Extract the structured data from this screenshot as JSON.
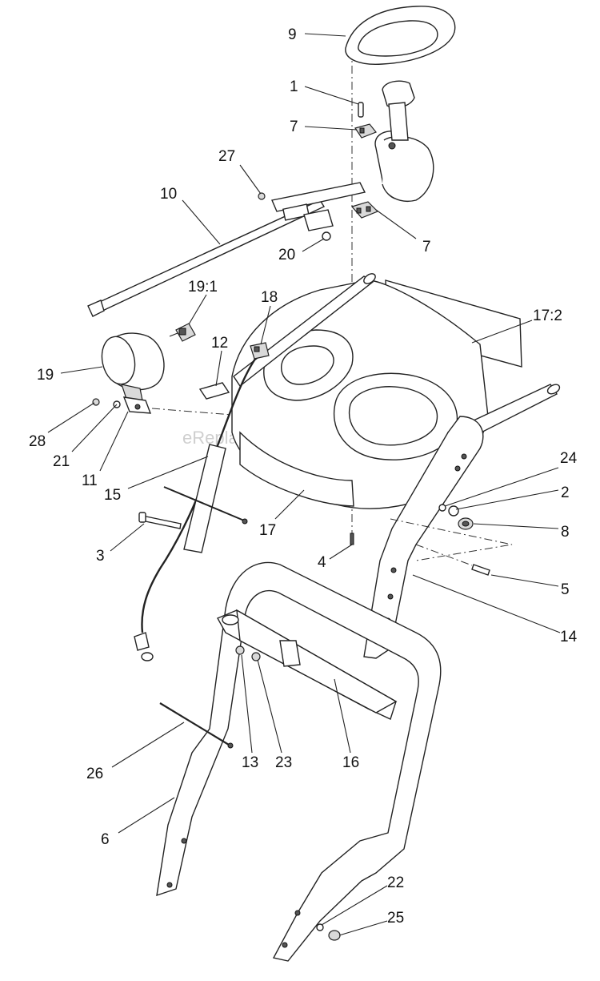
{
  "watermark": "eReplacementParts.com",
  "callouts": [
    {
      "id": "c9",
      "text": "9"
    },
    {
      "id": "c1",
      "text": "1"
    },
    {
      "id": "c7a",
      "text": "7"
    },
    {
      "id": "c27",
      "text": "27"
    },
    {
      "id": "c10",
      "text": "10"
    },
    {
      "id": "c7b",
      "text": "7"
    },
    {
      "id": "c20",
      "text": "20"
    },
    {
      "id": "c19-1",
      "text": "19:1"
    },
    {
      "id": "c18",
      "text": "18"
    },
    {
      "id": "c17-2",
      "text": "17:2"
    },
    {
      "id": "c12",
      "text": "12"
    },
    {
      "id": "c19",
      "text": "19"
    },
    {
      "id": "c28",
      "text": "28"
    },
    {
      "id": "c21",
      "text": "21"
    },
    {
      "id": "c11",
      "text": "11"
    },
    {
      "id": "c15",
      "text": "15"
    },
    {
      "id": "c24",
      "text": "24"
    },
    {
      "id": "c2",
      "text": "2"
    },
    {
      "id": "c17",
      "text": "17"
    },
    {
      "id": "c8",
      "text": "8"
    },
    {
      "id": "c3",
      "text": "3"
    },
    {
      "id": "c4",
      "text": "4"
    },
    {
      "id": "c5",
      "text": "5"
    },
    {
      "id": "c14",
      "text": "14"
    },
    {
      "id": "c13",
      "text": "13"
    },
    {
      "id": "c23",
      "text": "23"
    },
    {
      "id": "c16",
      "text": "16"
    },
    {
      "id": "c26",
      "text": "26"
    },
    {
      "id": "c6",
      "text": "6"
    },
    {
      "id": "c22",
      "text": "22"
    },
    {
      "id": "c25",
      "text": "25"
    }
  ]
}
